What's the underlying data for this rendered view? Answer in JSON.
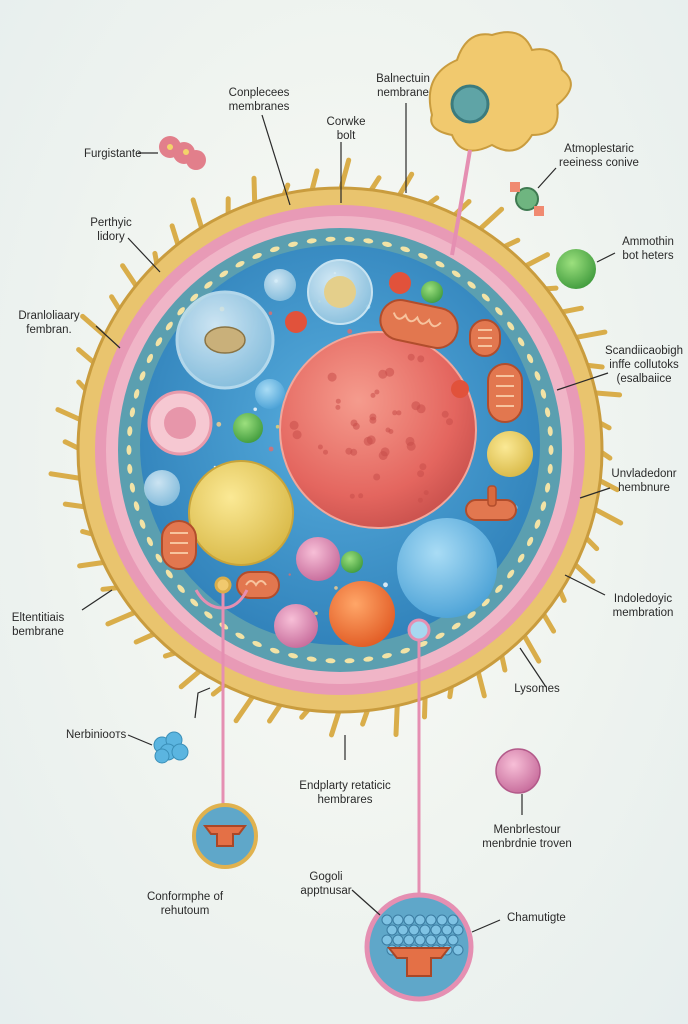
{
  "labels": {
    "complex_membranes": "Conplecees\nmembranes",
    "balnectum_membrane": "Balnectuin\nnembrane",
    "corrwke_belt": "Corwke\nbolt",
    "furgistante": "Furgistante",
    "atmoplestaric": "Atmoplestaric\nreeiness conive",
    "perthyic_lidory": "Perthyic\nlidory",
    "ammothin": "Ammothin\nbot heters",
    "dranloliaary": "Dranloliaary\nfembran.",
    "scandiicaobigh": "Scandiicaobigh\ninffe collutoks\n(esalbaiice",
    "unvladedonr": "Unvladedonr\nhembnure",
    "elentitiais": "Eltentitiais\nbembrane",
    "indoledoryc": "Indoledoyic\nmembration",
    "lysomes": "Lysomes",
    "nerbinioots": "Nerbiniooтs",
    "endplasty": "Endplarty retaticic\nhembrares",
    "menbrleslour": "Menbrlestour\nmenbrdnie troven",
    "conformphe": "Conformphe of\nrehutoum",
    "gogdi": "Gogoli\napptnusar",
    "chamutigte": "Chamutigte"
  },
  "colors": {
    "cytoplasm": "#3f93c9",
    "outer_membrane": "#e8c26a",
    "pink_layer": "#e79bb5",
    "nucleus": "#e8726a",
    "label_line": "#2a2a2a",
    "connector": "#e58fb2"
  }
}
